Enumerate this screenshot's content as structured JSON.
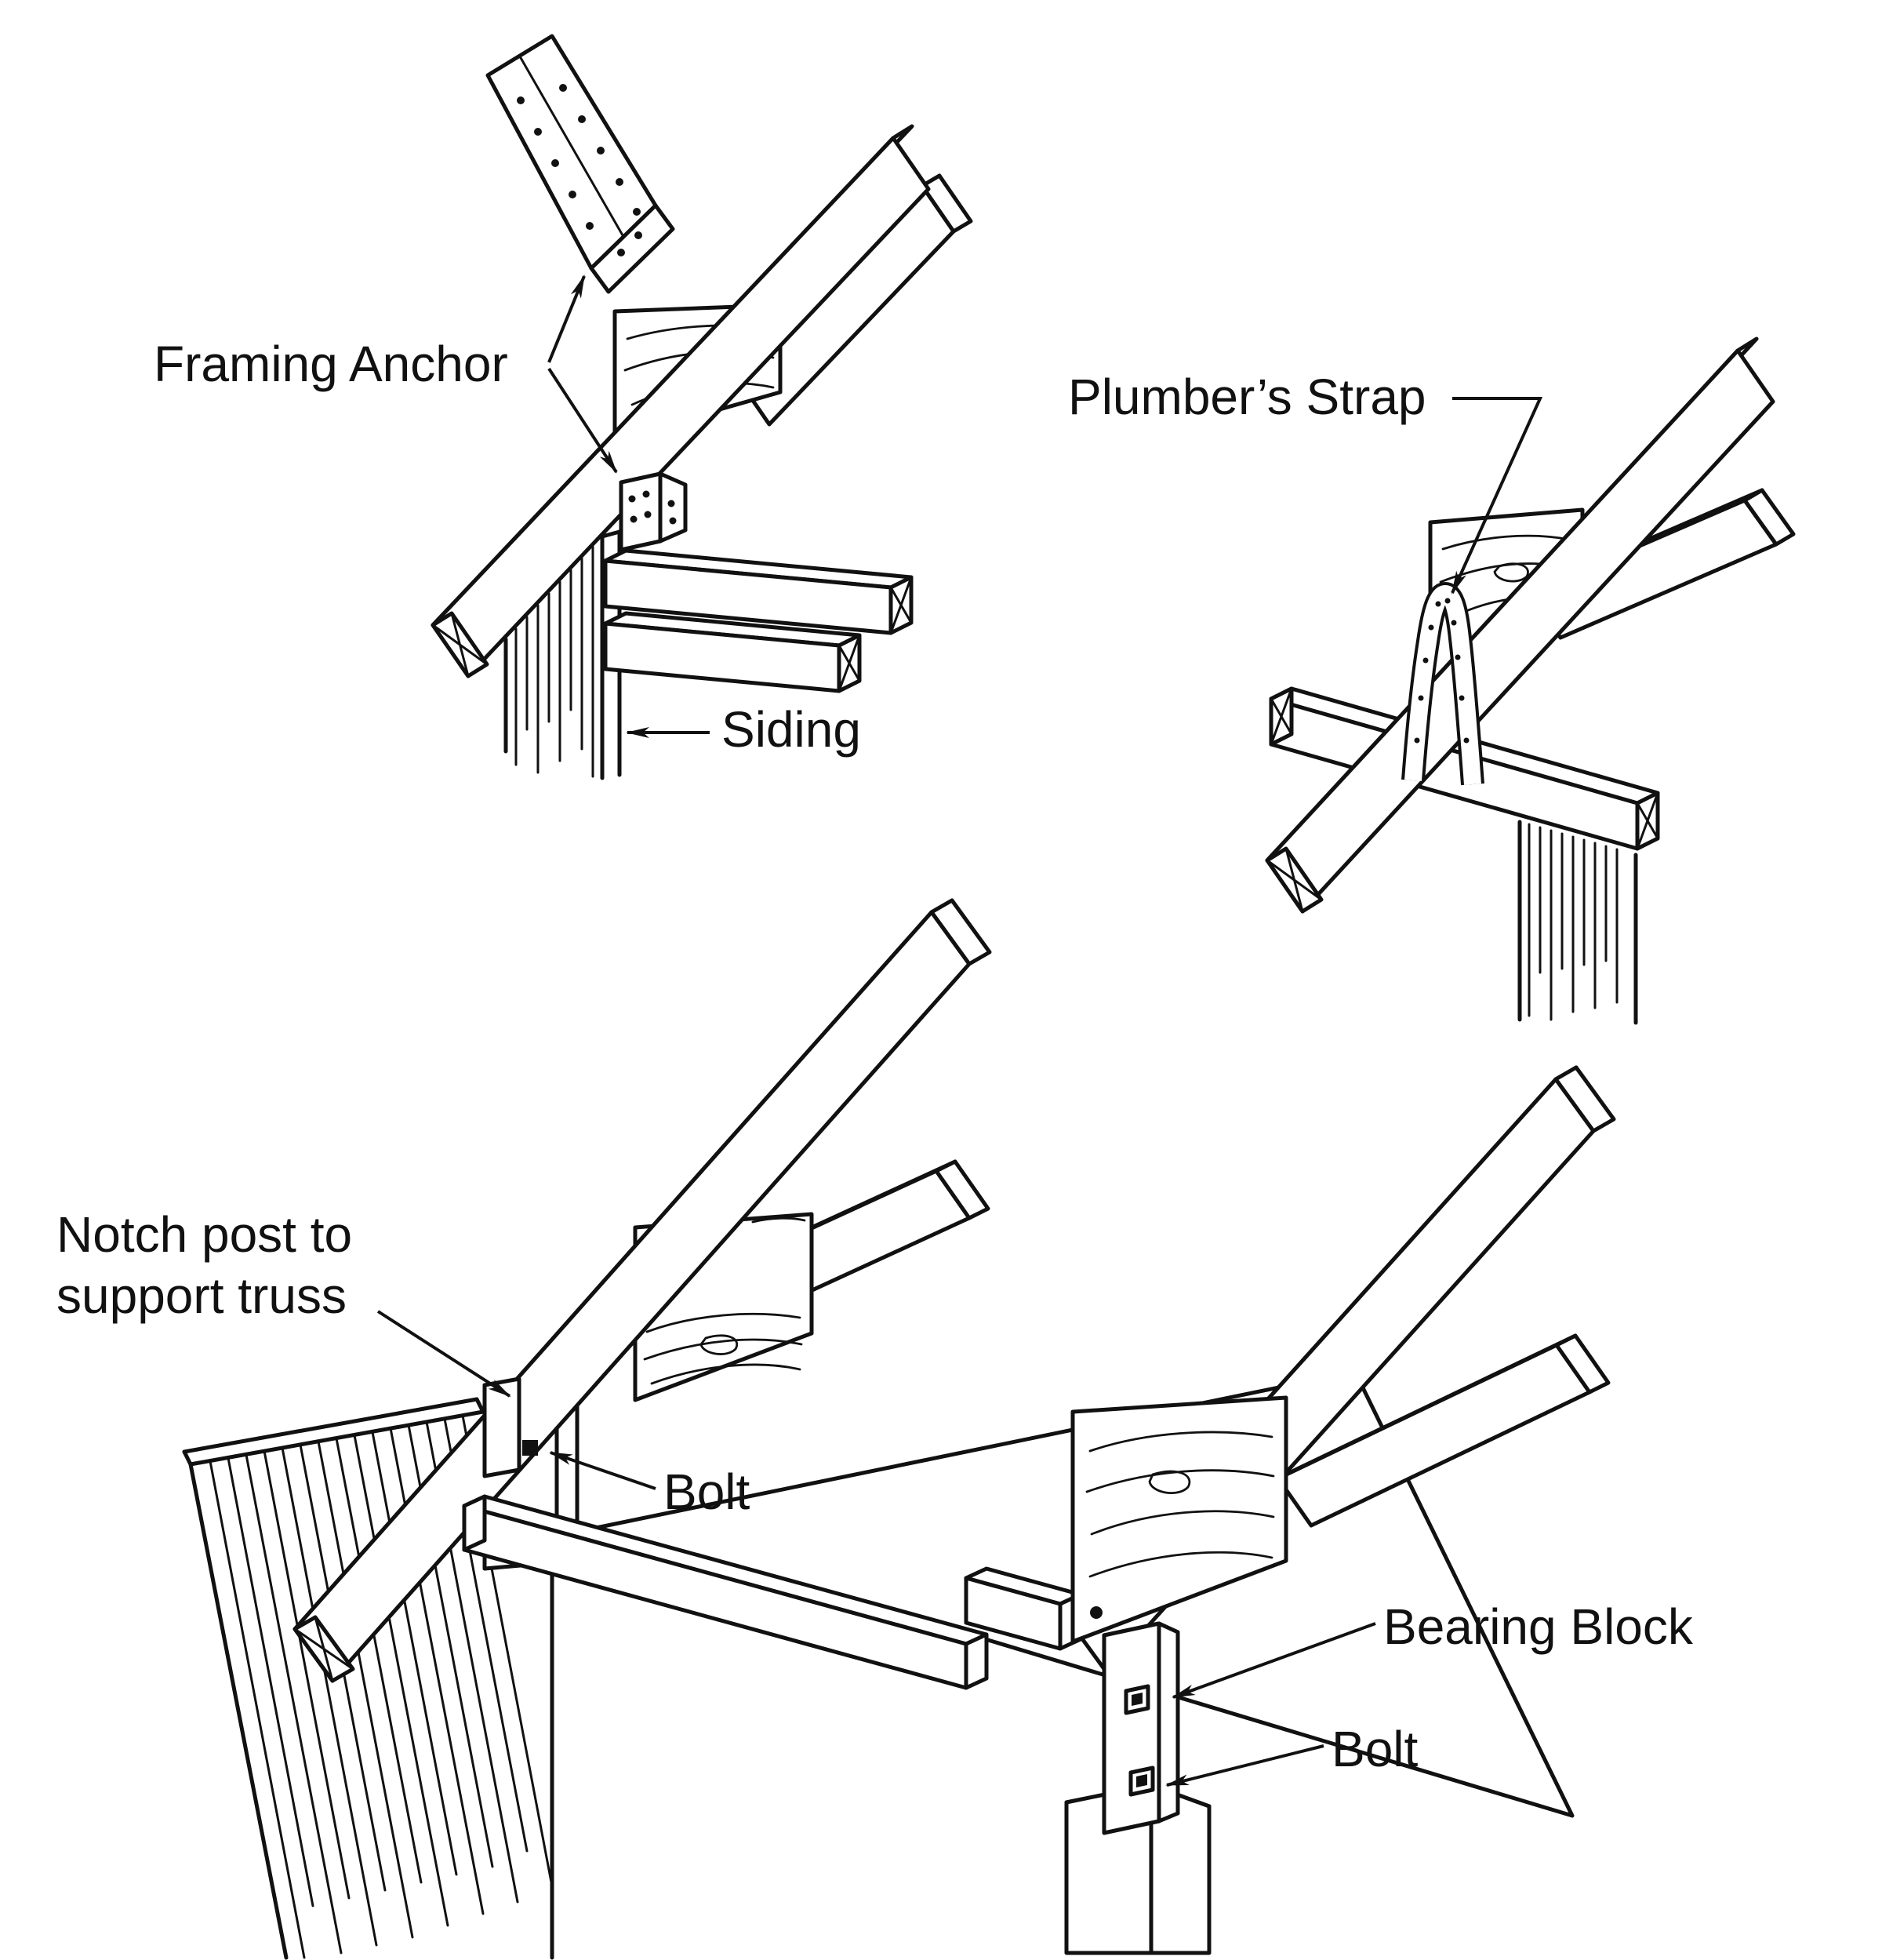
{
  "figure": {
    "background_color": "#ffffff",
    "ink_color": "#111111"
  },
  "diagrams": {
    "framing_anchor_detail": {
      "labels": {
        "framing_anchor": "Framing Anchor",
        "siding": "Siding"
      }
    },
    "plumbers_strap_detail": {
      "labels": {
        "plumbers_strap": "Plumber’s Strap"
      }
    },
    "notched_post_detail": {
      "labels": {
        "notch_post_line1": "Notch post to",
        "notch_post_line2": "support truss",
        "bolt_post": "Bolt",
        "bearing_block": "Bearing Block",
        "bolt_bearing_block": "Bolt"
      }
    }
  }
}
